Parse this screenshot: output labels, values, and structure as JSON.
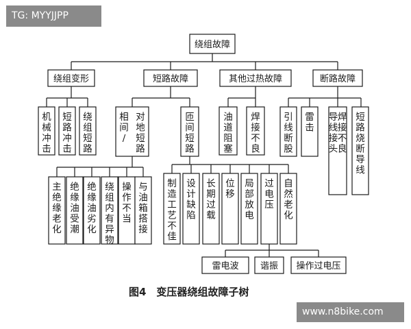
{
  "watermarks": {
    "tag": "TG: MYYJJPP",
    "site": "www.n8bike.com"
  },
  "tree": {
    "root": "绕组故障",
    "level1": [
      "绕组变形",
      "短路故障",
      "其他过热故障",
      "断路故障"
    ],
    "deform_children": [
      "机械冲击",
      "短路冲击",
      "绕组短路"
    ],
    "short_children": [
      "相间/对地短路",
      "匝间短路"
    ],
    "overheat_children": [
      "油道阻塞",
      "焊接不良"
    ],
    "open_children": [
      "引线断股",
      "雷击",
      "导线接头焊接不良",
      "短路烧断导线"
    ],
    "phase_children": [
      "主绝缘老化",
      "绝缘油受潮",
      "绝缘油劣化",
      "绕组内有异物",
      "操作不当",
      "与油箱搭接"
    ],
    "turn_children": [
      "制造工艺不佳",
      "设计缺陷",
      "长期过载",
      "位移",
      "局部放电",
      "过电压",
      "自然老化"
    ],
    "overvoltage_children": [
      "雷电波",
      "谐振",
      "操作过电压"
    ]
  },
  "caption": "图4　变压器绕组故障子树"
}
